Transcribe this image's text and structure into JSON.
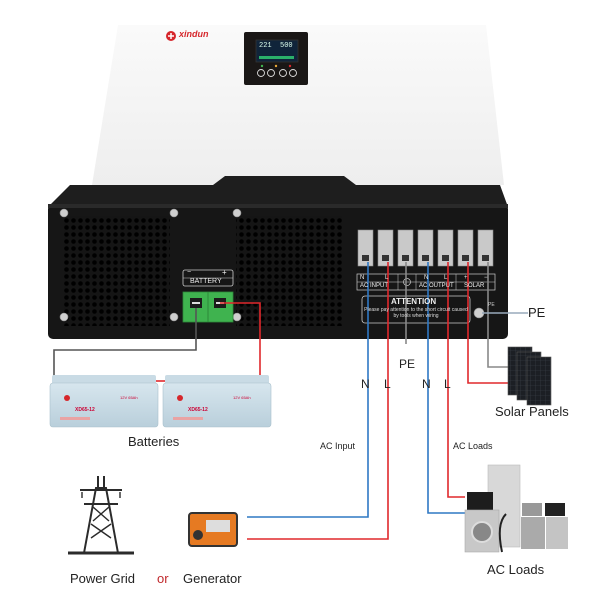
{
  "brand": {
    "name": "xindun"
  },
  "inverter": {
    "display": {
      "left_value": "221",
      "right_value": "500"
    },
    "panel_buttons": [
      "",
      "",
      "",
      ""
    ],
    "battery_label": "BATTERY",
    "battery_minus": "−",
    "battery_plus": "+",
    "terminal_groups": [
      {
        "label": "AC INPUT",
        "poles": [
          "N",
          "L"
        ]
      },
      {
        "label": "AC OUTPUT",
        "poles": [
          "N",
          "L"
        ]
      },
      {
        "label": "SOLAR",
        "poles": [
          "+",
          "−"
        ]
      }
    ],
    "attention_title": "ATTENTION",
    "attention_text": "Please pay attention to the short circuit caused by tools when wiring",
    "pe_small": "PE"
  },
  "labels": {
    "pe_right": "PE",
    "pe_center": "PE",
    "n_input": "N",
    "l_input": "L",
    "n_output": "N",
    "l_output": "L",
    "solar_panels": "Solar Panels",
    "batteries": "Batteries",
    "ac_input": "AC Input",
    "ac_loads_small": "AC  Loads",
    "ac_loads": "AC  Loads",
    "power_grid": "Power Grid",
    "or": "or",
    "generator": "Generator"
  },
  "batteries": [
    {
      "model": "XD65-12",
      "capacity": "12V 65Ah"
    },
    {
      "model": "XD65-12",
      "capacity": "12V 65Ah"
    }
  ],
  "colors": {
    "neutral_wire": "#2f78c4",
    "live_wire": "#e0282c",
    "ground_wire": "#888888",
    "terminal_green": "#3fb34f",
    "or_text": "#c0282c"
  }
}
